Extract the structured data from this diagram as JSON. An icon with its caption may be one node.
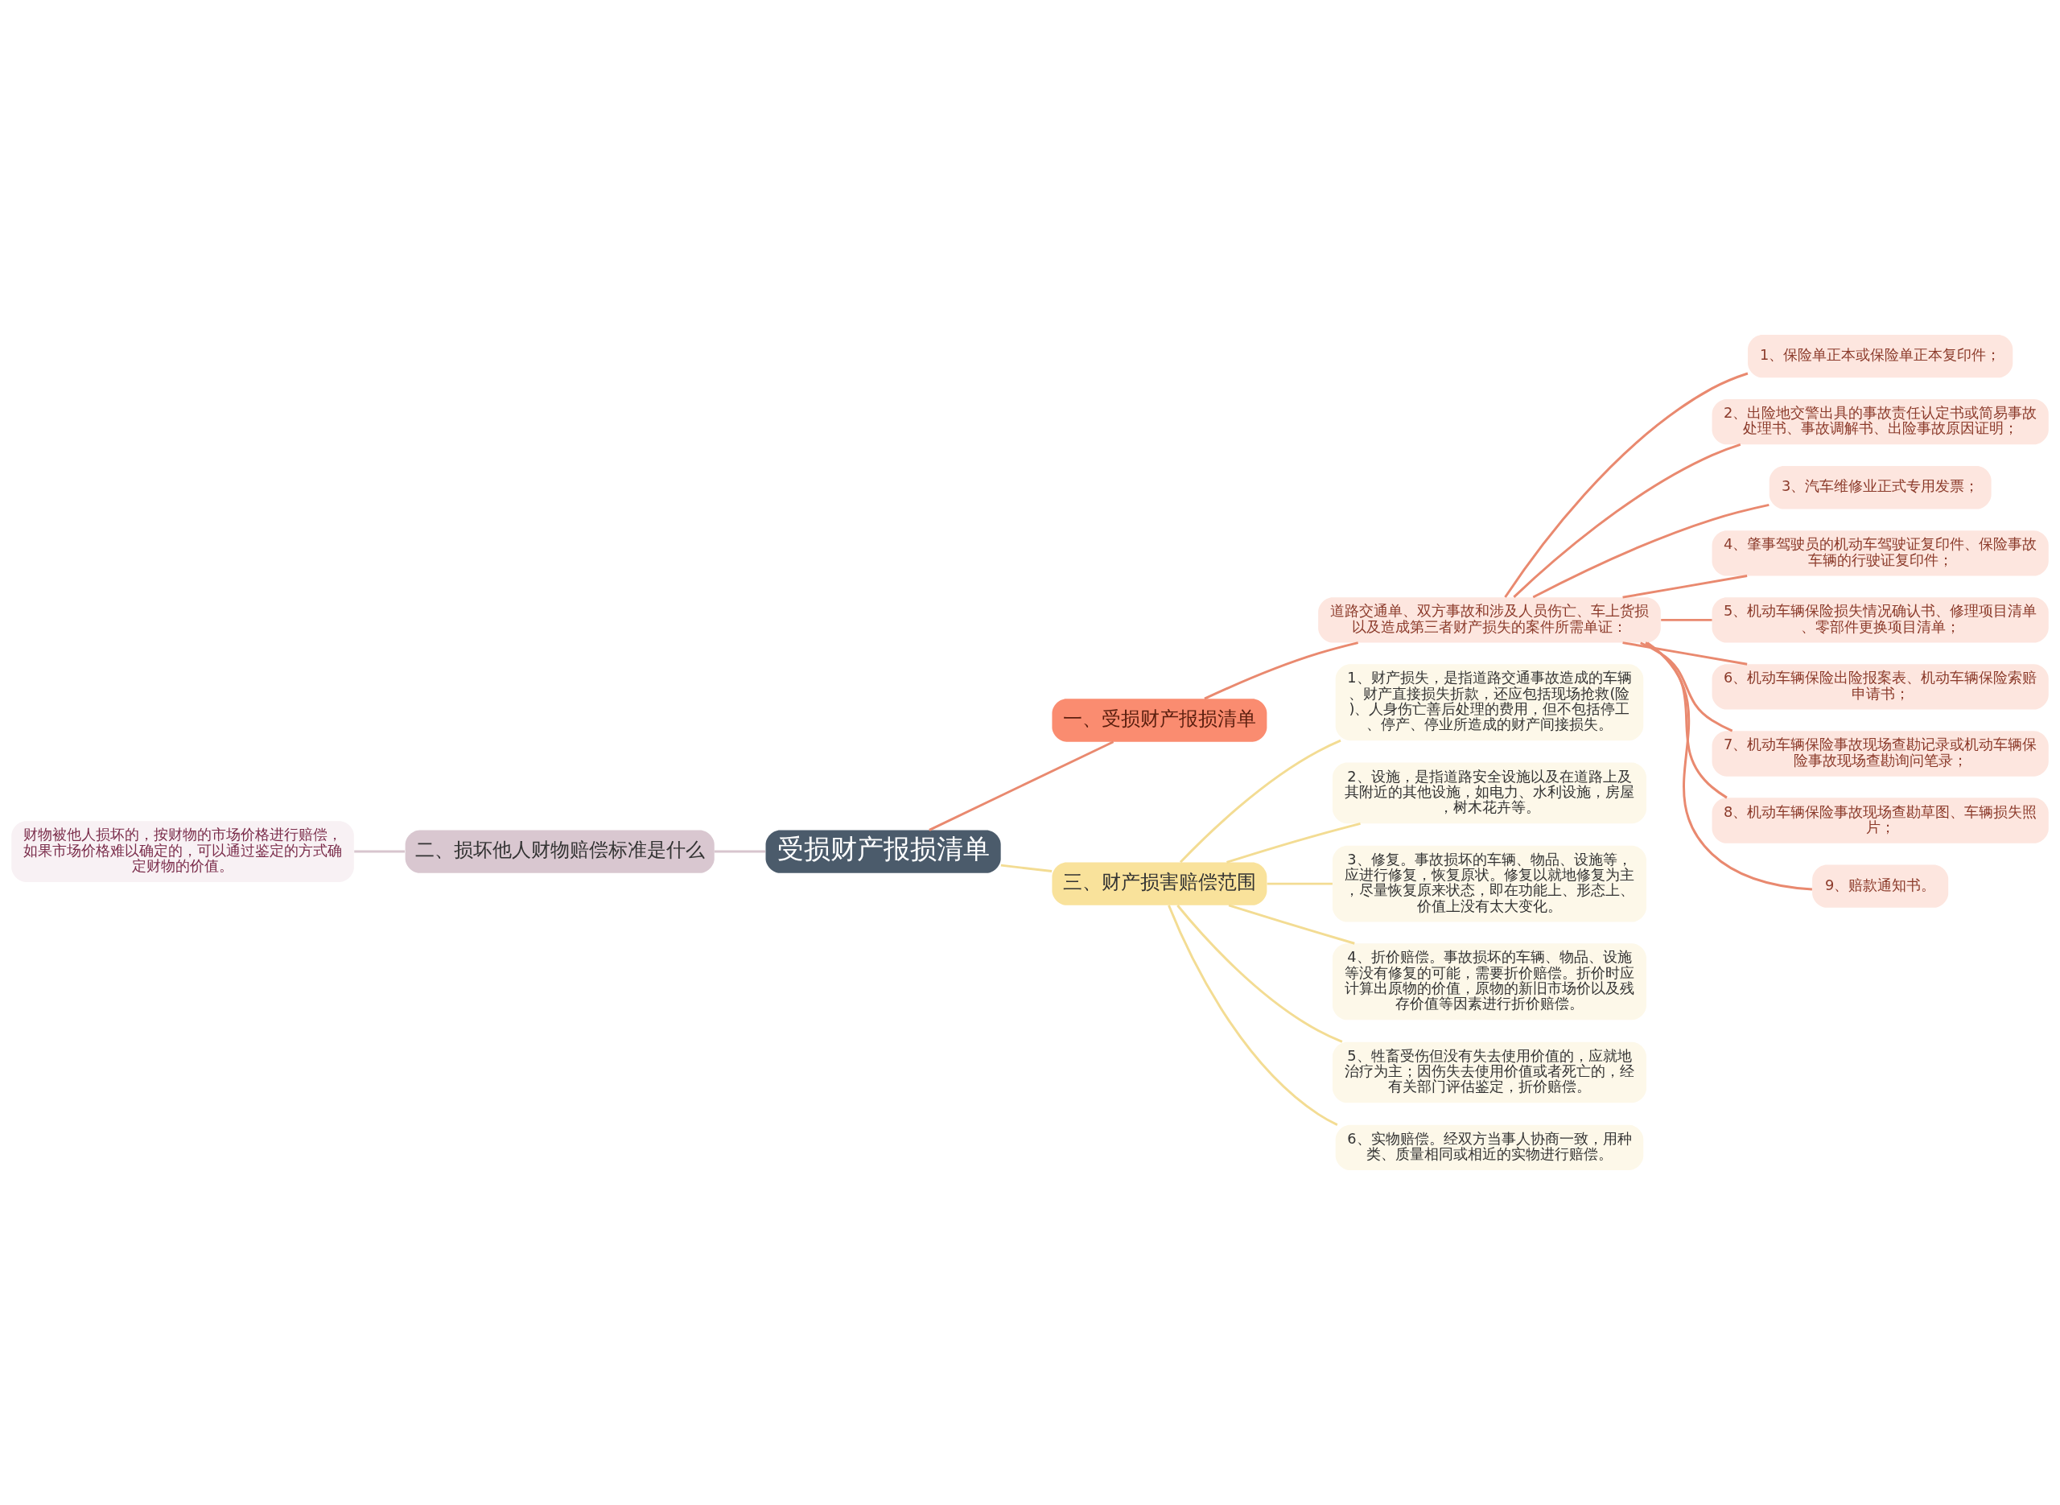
{
  "diagram": {
    "nodes": [
      {
        "text": [
          "受损财产报损清单"
        ]
      },
      {
        "text": [
          "一、受损财产报损清单"
        ]
      },
      {
        "text": [
          "道路交通单、双方事故和涉及人员伤亡、车上货损以及造成第三者财产损失的案件所需单证："
        ]
      },
      {
        "text": [
          "1、保险单正本或保险单正本复印件；"
        ]
      },
      {
        "text": [
          "2、出险地交警出具的事故责任认定书或简易事故处理书、事故调解书、出险事故原因证明；"
        ]
      },
      {
        "text": [
          "3、汽车维修业正式专用发票；"
        ]
      },
      {
        "text": [
          "4、肇事驾驶员的机动车驾驶证复印件、保险事故车辆的行驶证复印件；"
        ]
      },
      {
        "text": [
          "5、机动车辆保险损失情况确认书、修理项目清单、零部件更换项目清单；"
        ]
      },
      {
        "text": [
          "6、机动车辆保险出险报案表、机动车辆保险索赔申请书；"
        ]
      },
      {
        "text": [
          "7、机动车辆保险事故现场查勘记录或机动车辆保险事故现场查勘询问笔录；"
        ]
      },
      {
        "text": [
          "8、机动车辆保险事故现场查勘草图、车辆损失照片；"
        ]
      },
      {
        "text": [
          "9、赔款通知书。"
        ]
      },
      {
        "text": [
          "二、损坏他人财物赔偿标准是什么"
        ]
      },
      {
        "text": [
          "财物被他人损坏的，按财物的市场价格进行赔偿，如果市场价格难以确定的，可以通过鉴定的方式确定财物的价值。"
        ]
      },
      {
        "text": [
          "三、财产损害赔偿范围"
        ]
      },
      {
        "text": [
          "1、财产损失，是指道路交通事故造成的车辆、财产直接损失折款，还应包括现场抢救(险)、人身伤亡善后处理的费用，但不包括停工、停产、停业所造成的财产间接损失。"
        ]
      },
      {
        "text": [
          "2、设施，是指道路安全设施以及在道路上及其附近的其他设施，如电力、水利设施，房屋，树木花卉等。"
        ]
      },
      {
        "text": [
          "3、修复。事故损坏的车辆、物品、设施等，应进行修复，恢复原状。修复以就地修复为主，尽量恢复原来状态，即在功能上、形态上、价值上没有太大变化。"
        ]
      },
      {
        "text": [
          "4、折价赔偿。事故损坏的车辆、物品、设施等没有修复的可能，需要折价赔偿。折价时应计算出原物的价值，原物的新旧市场价以及残存价值等因素进行折价赔偿。"
        ]
      },
      {
        "text": [
          "5、牲畜受伤但没有失去使用价值的，应就地治疗为主；因伤失去使用价值或者死亡的，经有关部门评估鉴定，折价赔偿。"
        ]
      },
      {
        "text": [
          "6、实物赔偿。经双方当事人协商一致，用种类、质量相同或相近的实物进行赔偿。"
        ]
      }
    ],
    "edges": [
      {
        "from": 0,
        "to": 1,
        "arrow": "none"
      },
      {
        "from": 1,
        "to": 2,
        "arrow": "none"
      },
      {
        "from": 2,
        "to": 3,
        "arrow": "none"
      },
      {
        "from": 2,
        "to": 4,
        "arrow": "none"
      },
      {
        "from": 2,
        "to": 5,
        "arrow": "none"
      },
      {
        "from": 2,
        "to": 6,
        "arrow": "none"
      },
      {
        "from": 2,
        "to": 7,
        "arrow": "none"
      },
      {
        "from": 2,
        "to": 8,
        "arrow": "none"
      },
      {
        "from": 2,
        "to": 9,
        "arrow": "none"
      },
      {
        "from": 2,
        "to": 10,
        "arrow": "none"
      },
      {
        "from": 2,
        "to": 11,
        "arrow": "none"
      },
      {
        "from": 0,
        "to": 12,
        "arrow": "none",
        "color": "#d8c5ce"
      },
      {
        "from": 12,
        "to": 13,
        "arrow": "none",
        "color": "#d8c5ce"
      },
      {
        "from": 0,
        "to": 14,
        "arrow": "none",
        "color": "#f3dc93"
      },
      {
        "from": 14,
        "to": 15,
        "arrow": "none",
        "color": "#f3dc93"
      },
      {
        "from": 14,
        "to": 16,
        "arrow": "none",
        "color": "#f3dc93"
      },
      {
        "from": 14,
        "to": 17,
        "arrow": "none",
        "color": "#f3dc93"
      },
      {
        "from": 14,
        "to": 18,
        "arrow": "none",
        "color": "#f3dc93"
      },
      {
        "from": 14,
        "to": 19,
        "arrow": "none",
        "color": "#f3dc93"
      },
      {
        "from": 14,
        "to": 20,
        "arrow": "none",
        "color": "#f3dc93"
      }
    ]
  }
}
